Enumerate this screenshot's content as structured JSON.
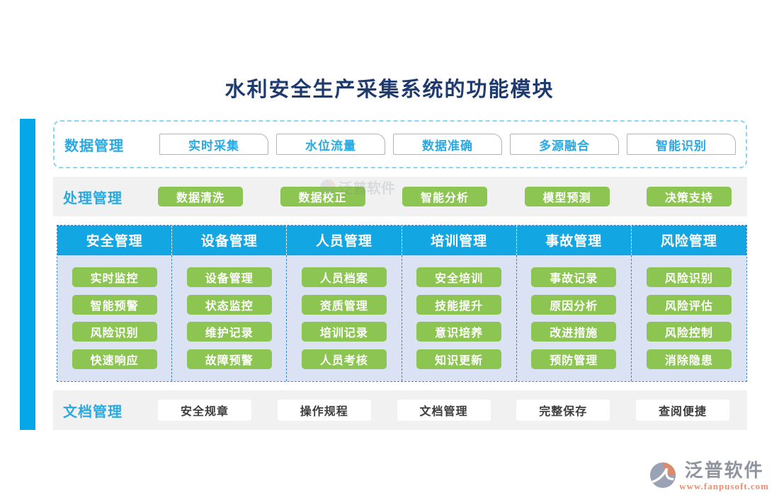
{
  "title": "水利安全生产采集系统的功能模块",
  "rows": {
    "data": {
      "label": "数据管理",
      "buttons": [
        "实时采集",
        "水位流量",
        "数据准确",
        "多源融合",
        "智能识别"
      ]
    },
    "process": {
      "label": "处理管理",
      "buttons": [
        "数据清洗",
        "数据校正",
        "智能分析",
        "模型预测",
        "决策支持"
      ]
    },
    "docs": {
      "label": "文档管理",
      "buttons": [
        "安全规章",
        "操作规程",
        "文档管理",
        "完整保存",
        "查阅便捷"
      ]
    }
  },
  "table": {
    "columns": [
      {
        "header": "安全管理",
        "items": [
          "实时监控",
          "智能预警",
          "风险识别",
          "快速响应"
        ]
      },
      {
        "header": "设备管理",
        "items": [
          "设备管理",
          "状态监控",
          "维护记录",
          "故障预警"
        ]
      },
      {
        "header": "人员管理",
        "items": [
          "人员档案",
          "资质管理",
          "培训记录",
          "人员考核"
        ]
      },
      {
        "header": "培训管理",
        "items": [
          "安全培训",
          "技能提升",
          "意识培养",
          "知识更新"
        ]
      },
      {
        "header": "事故管理",
        "items": [
          "事故记录",
          "原因分析",
          "改进措施",
          "预防管理"
        ]
      },
      {
        "header": "风险管理",
        "items": [
          "风险识别",
          "风险评估",
          "风险控制",
          "消除隐患"
        ]
      }
    ]
  },
  "watermark": "泛普软件",
  "logo": {
    "name": "泛普软件",
    "url": "www.fanpusoft.com"
  },
  "colors": {
    "accent_blue": "#12a7e3",
    "label_blue": "#2aa9e1",
    "button_green": "#8dc552",
    "table_body": "#dbe2f3",
    "band_gray": "#f1f1f1",
    "title_navy": "#1e3a6e",
    "logo_orange": "#e98f6f"
  }
}
